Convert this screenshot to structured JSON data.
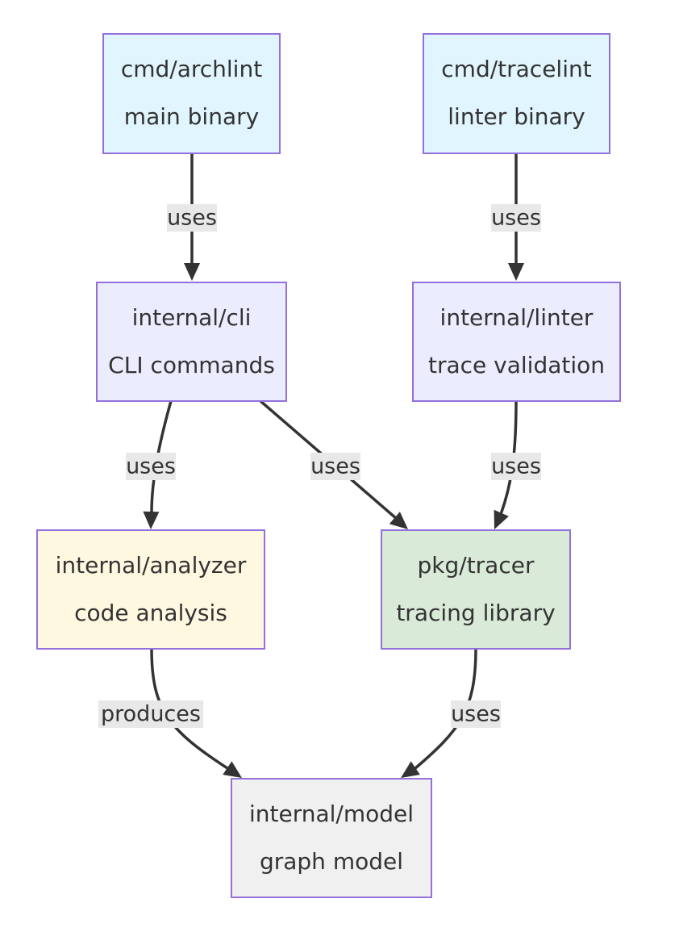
{
  "diagram": {
    "type": "flowchart",
    "nodes": [
      {
        "id": "archlint",
        "line1": "cmd/archlint",
        "line2": "main binary",
        "fill": "#e1f5fe"
      },
      {
        "id": "tracelint",
        "line1": "cmd/tracelint",
        "line2": "linter binary",
        "fill": "#e1f5fe"
      },
      {
        "id": "cli",
        "line1": "internal/cli",
        "line2": "CLI commands",
        "fill": "#ECECFF"
      },
      {
        "id": "linter",
        "line1": "internal/linter",
        "line2": "trace validation",
        "fill": "#ECECFF"
      },
      {
        "id": "analyzer",
        "line1": "internal/analyzer",
        "line2": "code analysis",
        "fill": "#fff8e1"
      },
      {
        "id": "tracer",
        "line1": "pkg/tracer",
        "line2": "tracing library",
        "fill": "#d9ead9"
      },
      {
        "id": "model",
        "line1": "internal/model",
        "line2": "graph model",
        "fill": "#f0f0f0"
      }
    ],
    "edges": [
      {
        "id": "archlint-cli",
        "from": "archlint",
        "to": "cli",
        "label": "uses"
      },
      {
        "id": "tracelint-linter",
        "from": "tracelint",
        "to": "linter",
        "label": "uses"
      },
      {
        "id": "cli-analyzer",
        "from": "cli",
        "to": "analyzer",
        "label": "uses"
      },
      {
        "id": "cli-tracer",
        "from": "cli",
        "to": "tracer",
        "label": "uses"
      },
      {
        "id": "linter-tracer",
        "from": "linter",
        "to": "tracer",
        "label": "uses"
      },
      {
        "id": "analyzer-model",
        "from": "analyzer",
        "to": "model",
        "label": "produces"
      },
      {
        "id": "tracer-model",
        "from": "tracer",
        "to": "model",
        "label": "uses"
      }
    ]
  }
}
